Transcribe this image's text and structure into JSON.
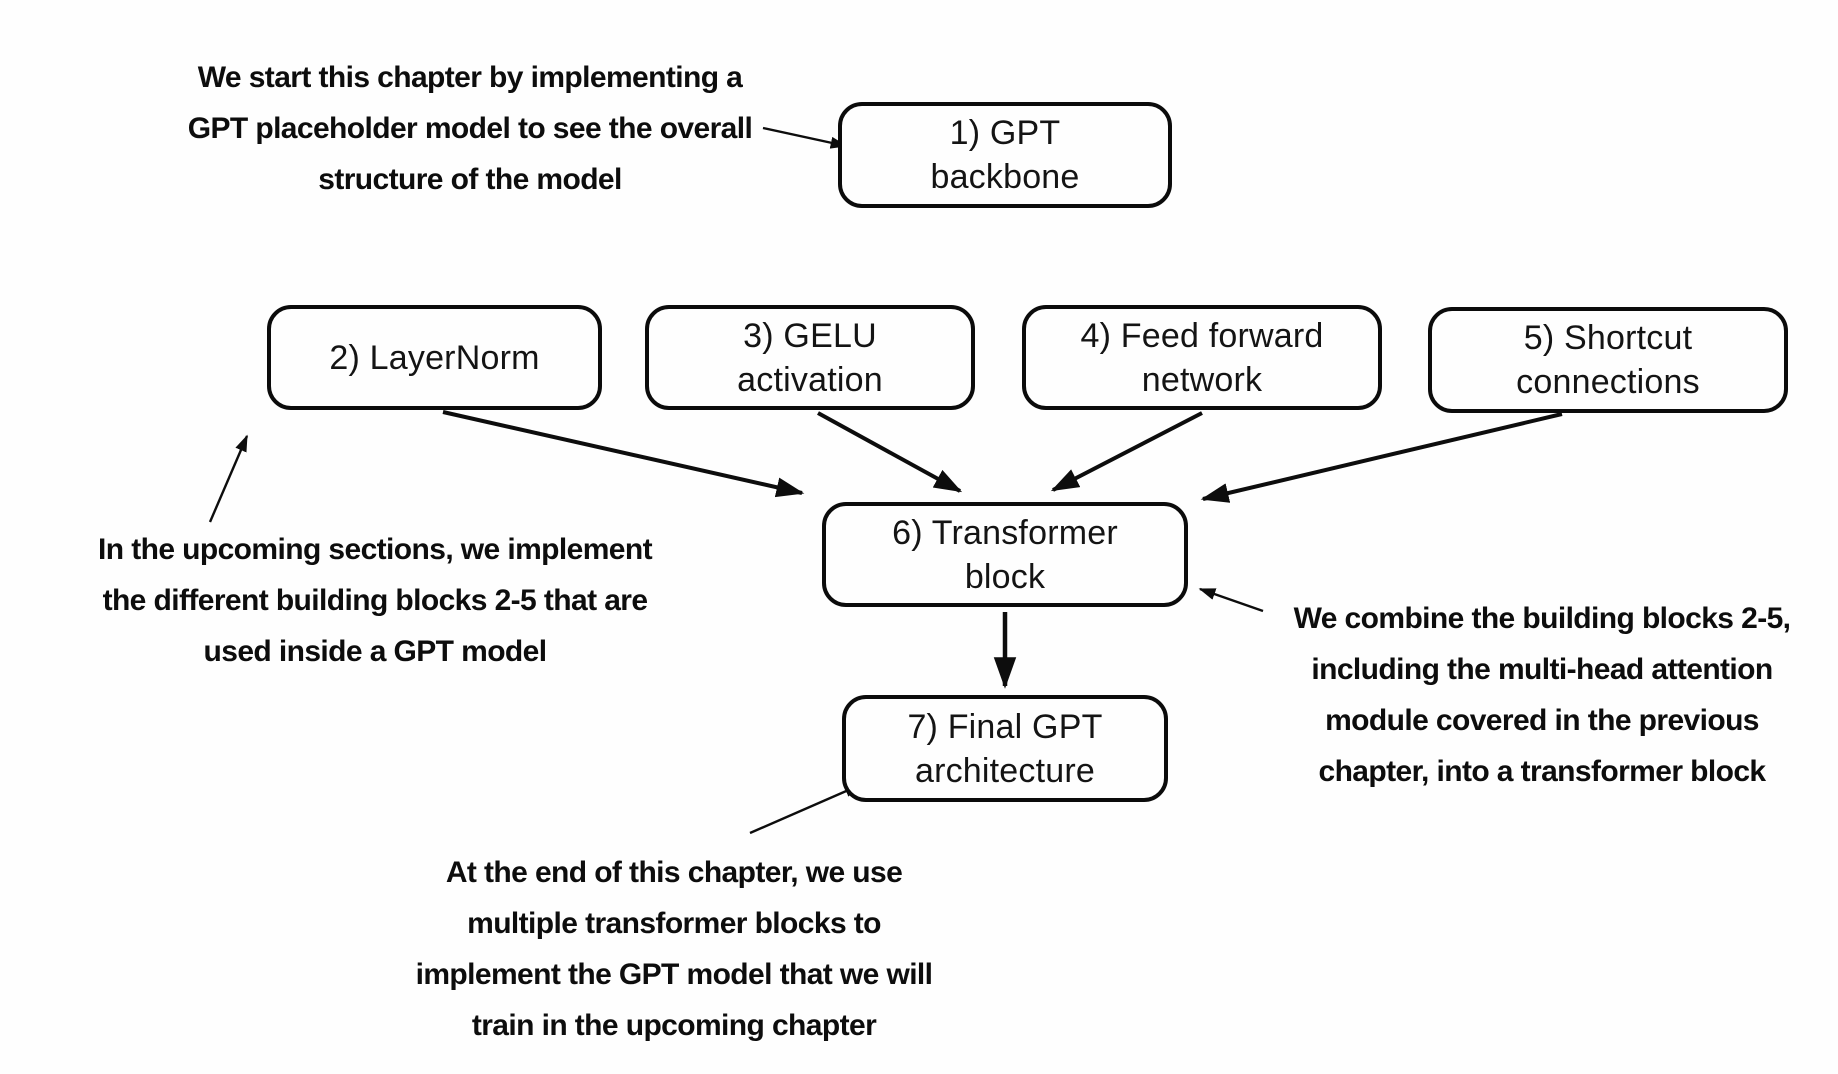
{
  "diagram": {
    "title_hint": "GPT model implementation roadmap",
    "boxes": [
      {
        "id": "gpt-backbone",
        "label": "1) GPT\nbackbone"
      },
      {
        "id": "layernorm",
        "label": "2) LayerNorm"
      },
      {
        "id": "gelu-activation",
        "label": "3) GELU\nactivation"
      },
      {
        "id": "feed-forward-network",
        "label": "4) Feed forward\nnetwork"
      },
      {
        "id": "shortcut-connections",
        "label": "5) Shortcut\nconnections"
      },
      {
        "id": "transformer-block",
        "label": "6) Transformer\nblock"
      },
      {
        "id": "final-gpt-architecture",
        "label": "7) Final GPT\narchitecture"
      }
    ],
    "annotations": [
      {
        "id": "placeholder-note",
        "lines": [
          "We start this chapter by implementing a",
          "GPT placeholder model to see the overall",
          "structure of the model"
        ]
      },
      {
        "id": "building-blocks-note",
        "lines": [
          "In the upcoming sections, we implement",
          "the different building blocks 2-5 that are",
          "used inside a GPT model"
        ]
      },
      {
        "id": "combine-note",
        "lines": [
          "We combine the building blocks 2-5,",
          "including the multi-head attention",
          "module covered in the previous",
          "chapter, into a transformer block"
        ]
      },
      {
        "id": "final-architecture-note",
        "lines": [
          "At the end of this chapter, we use",
          "multiple transformer blocks to",
          "implement the GPT model that we will",
          "train in the upcoming chapter"
        ]
      }
    ],
    "edges": [
      {
        "from": "layernorm",
        "to": "transformer-block"
      },
      {
        "from": "gelu-activation",
        "to": "transformer-block"
      },
      {
        "from": "feed-forward-network",
        "to": "transformer-block"
      },
      {
        "from": "shortcut-connections",
        "to": "transformer-block"
      },
      {
        "from": "transformer-block",
        "to": "final-gpt-architecture"
      },
      {
        "from": "placeholder-note",
        "to": "gpt-backbone"
      },
      {
        "from": "building-blocks-note",
        "to": "layernorm"
      },
      {
        "from": "combine-note",
        "to": "transformer-block"
      },
      {
        "from": "final-architecture-note",
        "to": "final-gpt-architecture"
      }
    ]
  },
  "colors": {
    "background": "#fefefe",
    "box_border": "#0b0b0b",
    "text": "#141414",
    "arrow": "#0d0d0d"
  }
}
